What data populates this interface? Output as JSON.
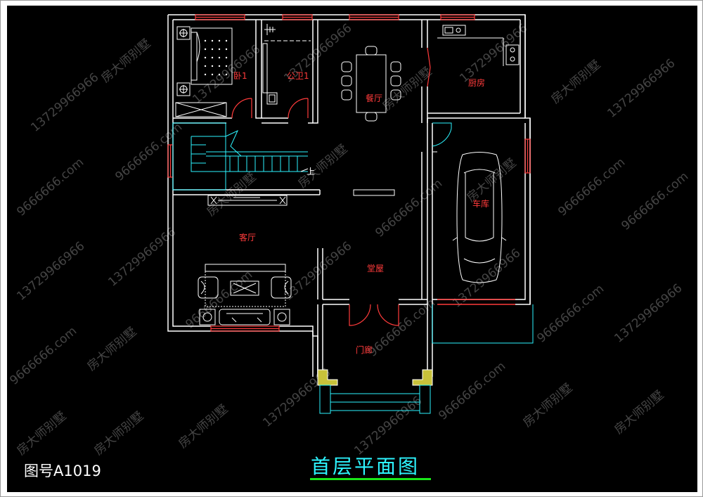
{
  "drawing_number": "图号A1019",
  "plan_title": "首层平面图",
  "rooms": {
    "bedroom": "卧1",
    "bathroom": "公卫1",
    "dining": "餐厅",
    "kitchen": "厨房",
    "garage": "车库",
    "living": "客厅",
    "hall": "堂屋",
    "porch": "门廊",
    "stair_up": "上"
  },
  "watermarks": {
    "brand": "房大师别墅",
    "phone": "13729966966",
    "site": "9666666.com"
  },
  "colors": {
    "background": "#000000",
    "wall": "#ffffff",
    "window": "#ff3b3b",
    "door": "#ff3b3b",
    "stair": "#2df5ff",
    "title": "#2df5ff",
    "title_underline": "#19e619",
    "column": "#c8c23a"
  }
}
